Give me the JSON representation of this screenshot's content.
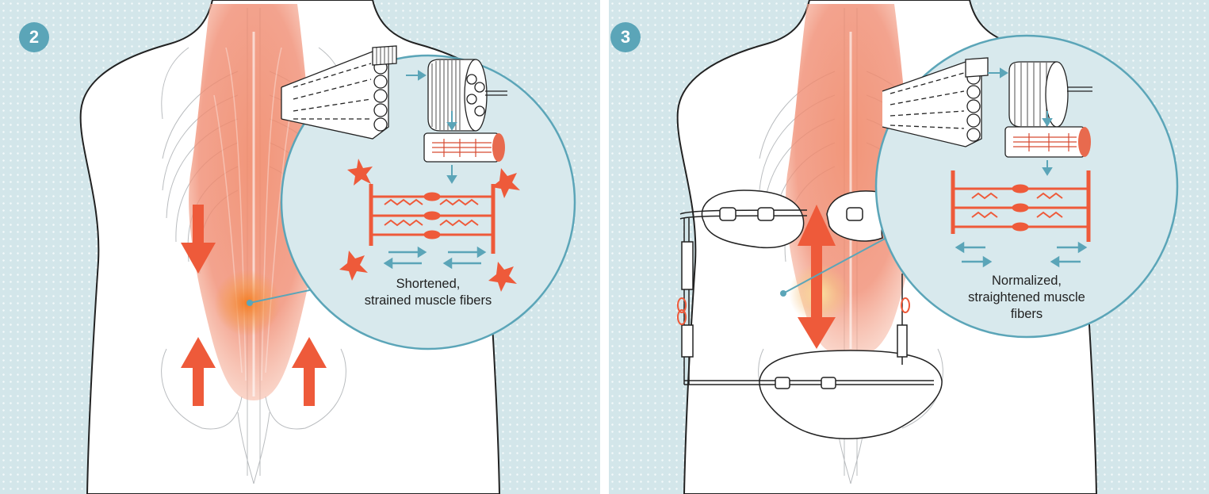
{
  "colors": {
    "background": "#d3e6ea",
    "muscle": "#ee5a3a",
    "accent_teal": "#5ba5b8",
    "outline": "#222222"
  },
  "panels": [
    {
      "step": "2",
      "caption_lines": [
        "Shortened,",
        "strained muscle fibers"
      ]
    },
    {
      "step": "3",
      "caption_lines": [
        "Normalized,",
        "straightened muscle",
        "fibers"
      ]
    }
  ]
}
